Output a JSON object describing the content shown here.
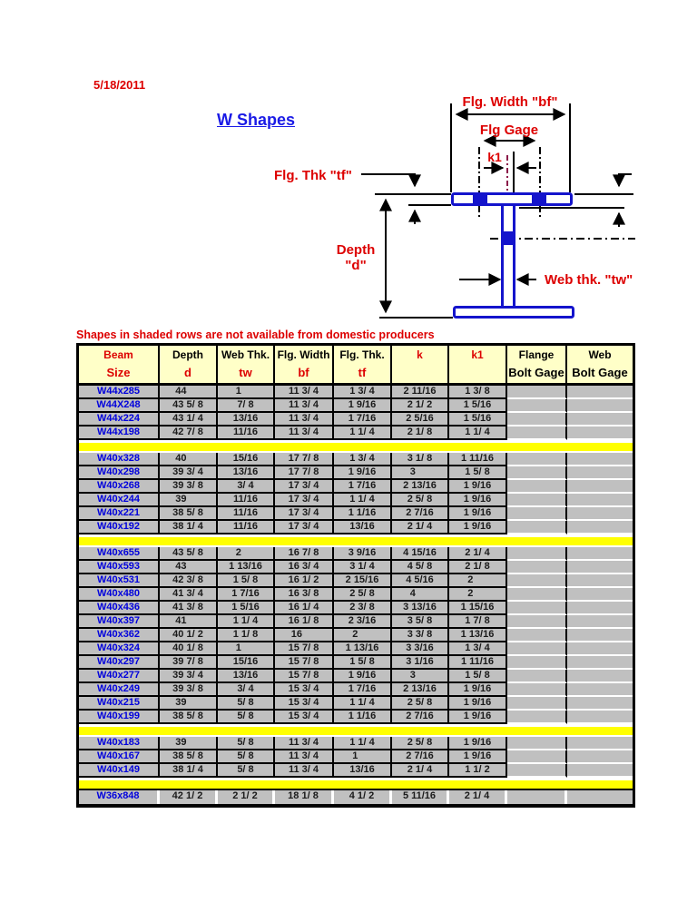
{
  "page": {
    "date": "5/18/2011",
    "title": "W Shapes",
    "note": "Shapes in shaded rows are not available from domestic producers"
  },
  "diagram": {
    "labels": {
      "flg_width": "Flg. Width \"bf\"",
      "flg_gage": "Flg Gage",
      "k1": "k1",
      "flg_thk": "Flg. Thk \"tf\"",
      "depth_line1": "Depth",
      "depth_line2": "\"d\"",
      "web_thk": "Web thk. \"tw\""
    },
    "colors": {
      "beam_blue": "#1414cc",
      "label_red": "#dd0000",
      "centerline_maroon": "#8b1a4a",
      "dimension_black": "#000000"
    }
  },
  "table": {
    "colors": {
      "header_bg": "#ffffc8",
      "row_bg": "#c0c0c0",
      "separator_yellow": "#ffff00",
      "beam_text_blue": "#0000dd"
    },
    "columns": [
      {
        "top": "Beam",
        "bottom": "Size",
        "accent": "both"
      },
      {
        "top": "Depth",
        "bottom": "d",
        "accent": "bottom"
      },
      {
        "top": "Web Thk.",
        "bottom": "tw",
        "accent": "bottom"
      },
      {
        "top": "Flg. Width",
        "bottom": "bf",
        "accent": "bottom"
      },
      {
        "top": "Flg. Thk.",
        "bottom": "tf",
        "accent": "bottom"
      },
      {
        "top": "k",
        "bottom": "",
        "accent": "top"
      },
      {
        "top": "k1",
        "bottom": "",
        "accent": "top"
      },
      {
        "top": "Flange",
        "bottom": "Bolt Gage",
        "accent": "none"
      },
      {
        "top": "Web",
        "bottom": "Bolt Gage",
        "accent": "none"
      }
    ],
    "groups": [
      {
        "loose": false,
        "rows": [
          [
            "W44x285",
            "44     ",
            "1     ",
            "11 3/ 4",
            "1 3/ 4",
            "2 11/16",
            "1 3/ 8",
            "",
            ""
          ],
          [
            "W44X248",
            "43 5/ 8",
            "7/ 8",
            "11 3/ 4",
            "1 9/16",
            "2 1/ 2",
            "1 5/16",
            "",
            ""
          ],
          [
            "W44x224",
            "43 1/ 4",
            "13/16",
            "11 3/ 4",
            "1 7/16",
            "2 5/16",
            "1 5/16",
            "",
            ""
          ],
          [
            "W44x198",
            "42 7/ 8",
            "11/16",
            "11 3/ 4",
            "1 1/ 4",
            "2 1/ 8",
            "1 1/ 4",
            "",
            ""
          ]
        ]
      },
      {
        "loose": false,
        "rows": [
          [
            "W40x328",
            "40     ",
            "15/16",
            "17 7/ 8",
            "1 3/ 4",
            "3 1/ 8",
            "1 11/16",
            "",
            ""
          ],
          [
            "W40x298",
            "39 3/ 4",
            "13/16",
            "17 7/ 8",
            "1 9/16",
            "3     ",
            "1 5/ 8",
            "",
            ""
          ],
          [
            "W40x268",
            "39 3/ 8",
            "3/ 4",
            "17 3/ 4",
            "1 7/16",
            "2 13/16",
            "1 9/16",
            "",
            ""
          ],
          [
            "W40x244",
            "39     ",
            "11/16",
            "17 3/ 4",
            "1 1/ 4",
            "2 5/ 8",
            "1 9/16",
            "",
            ""
          ],
          [
            "W40x221",
            "38 5/ 8",
            "11/16",
            "17 3/ 4",
            "1 1/16",
            "2 7/16",
            "1 9/16",
            "",
            ""
          ],
          [
            "W40x192",
            "38 1/ 4",
            "11/16",
            "17 3/ 4",
            "13/16",
            "2 1/ 4",
            "1 9/16",
            "",
            ""
          ]
        ]
      },
      {
        "loose": false,
        "rows": [
          [
            "W40x655",
            "43 5/ 8",
            "2     ",
            "16 7/ 8",
            "3 9/16",
            "4 15/16",
            "2 1/ 4",
            "",
            ""
          ],
          [
            "W40x593",
            "43     ",
            "1 13/16",
            "16 3/ 4",
            "3 1/ 4",
            "4 5/ 8",
            "2 1/ 8",
            "",
            ""
          ],
          [
            "W40x531",
            "42 3/ 8",
            "1 5/ 8",
            "16 1/ 2",
            "2 15/16",
            "4 5/16",
            "2     ",
            "",
            ""
          ],
          [
            "W40x480",
            "41 3/ 4",
            "1 7/16",
            "16 3/ 8",
            "2 5/ 8",
            "4     ",
            "2     ",
            "",
            ""
          ],
          [
            "W40x436",
            "41 3/ 8",
            "1 5/16",
            "16 1/ 4",
            "2 3/ 8",
            "3 13/16",
            "1 15/16",
            "",
            ""
          ],
          [
            "W40x397",
            "41     ",
            "1 1/ 4",
            "16 1/ 8",
            "2 3/16",
            "3 5/ 8",
            "1 7/ 8",
            "",
            ""
          ],
          [
            "W40x362",
            "40 1/ 2",
            "1 1/ 8",
            "16     ",
            "2     ",
            "3 3/ 8",
            "1 13/16",
            "",
            ""
          ],
          [
            "W40x324",
            "40 1/ 8",
            "1     ",
            "15 7/ 8",
            "1 13/16",
            "3 3/16",
            "1 3/ 4",
            "",
            ""
          ],
          [
            "W40x297",
            "39 7/ 8",
            "15/16",
            "15 7/ 8",
            "1 5/ 8",
            "3 1/16",
            "1 11/16",
            "",
            ""
          ],
          [
            "W40x277",
            "39 3/ 4",
            "13/16",
            "15 7/ 8",
            "1 9/16",
            "3     ",
            "1 5/ 8",
            "",
            ""
          ],
          [
            "W40x249",
            "39 3/ 8",
            "3/ 4",
            "15 3/ 4",
            "1 7/16",
            "2 13/16",
            "1 9/16",
            "",
            ""
          ],
          [
            "W40x215",
            "39     ",
            "5/ 8",
            "15 3/ 4",
            "1 1/ 4",
            "2 5/ 8",
            "1 9/16",
            "",
            ""
          ],
          [
            "W40x199",
            "38 5/ 8",
            "5/ 8",
            "15 3/ 4",
            "1 1/16",
            "2 7/16",
            "1 9/16",
            "",
            ""
          ]
        ]
      },
      {
        "loose": false,
        "rows": [
          [
            "W40x183",
            "39     ",
            "5/ 8",
            "11 3/ 4",
            "1 1/ 4",
            "2 5/ 8",
            "1 9/16",
            "",
            ""
          ],
          [
            "W40x167",
            "38 5/ 8",
            "5/ 8",
            "11 3/ 4",
            "1     ",
            "2 7/16",
            "1 9/16",
            "",
            ""
          ],
          [
            "W40x149",
            "38 1/ 4",
            "5/ 8",
            "11 3/ 4",
            "13/16",
            "2 1/ 4",
            "1 1/ 2",
            "",
            ""
          ]
        ]
      },
      {
        "loose": true,
        "rows": [
          [
            "W36x848",
            "42 1/ 2",
            "2 1/ 2",
            "18 1/ 8",
            "4 1/ 2",
            "5 11/16",
            "2 1/ 4",
            "",
            ""
          ]
        ]
      }
    ]
  }
}
